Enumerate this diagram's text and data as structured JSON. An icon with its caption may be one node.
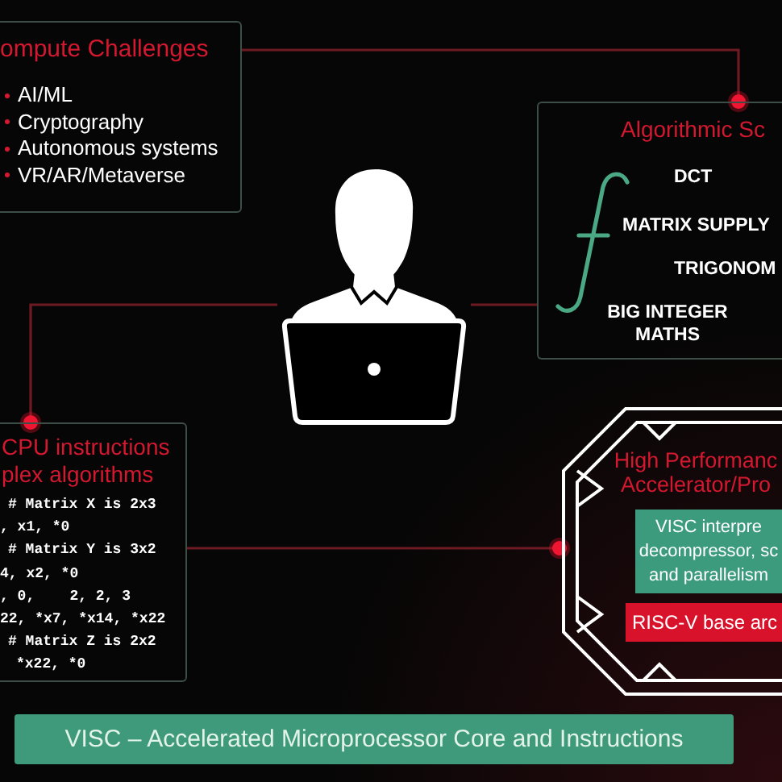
{
  "diagram": {
    "nodes": [
      {
        "text": [
          "ompute Challenges",
          "AI/ML",
          "Cryptography",
          "Autonomous systems",
          "VR/AR/Metaverse"
        ]
      },
      {
        "text": [
          "Algorithmic Sc",
          "DCT",
          "MATRIX SUPPLY",
          "TRIGONOM",
          "BIG INTEGER MATHS"
        ]
      },
      {
        "text": [],
        "shape": "person"
      },
      {
        "text": [
          "CPU instructions plex algorithms",
          "# Matrix X is 2x3",
          ", x1, *0",
          "# Matrix Y is 3x2",
          "4, x2, *0",
          ", 0,    2, 2, 3",
          "22, *x7, *x14, *x22",
          "# Matrix Z is 2x2",
          "*x22, *0"
        ]
      },
      {
        "text": [
          "High Performanc Accelerator/Pro"
        ]
      },
      {
        "text": [
          "VISC interpre decompressor, sc and parallelism"
        ],
        "in": 4
      },
      {
        "text": [
          "RISC-V base arc"
        ],
        "in": 4
      },
      {
        "text": [
          "VISC – Accelerated Microprocessor Core and Instructions"
        ]
      }
    ],
    "edges": [
      {
        "from": 0,
        "to": 1,
        "arrow": "other"
      },
      {
        "from": 2,
        "to": 3,
        "arrow": "other"
      },
      {
        "from": 2,
        "to": 1,
        "arrow": "none"
      },
      {
        "from": 3,
        "to": 4,
        "arrow": "other"
      }
    ]
  }
}
